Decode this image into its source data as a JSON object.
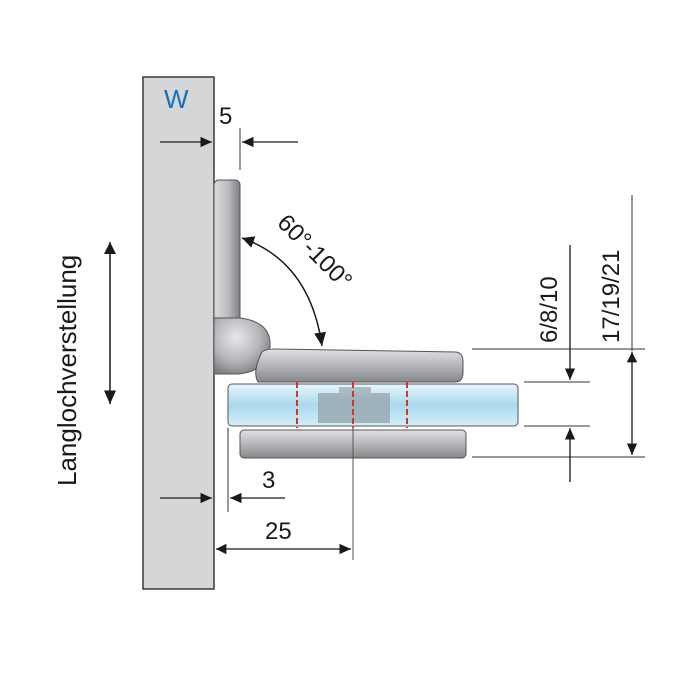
{
  "wall_label": "W",
  "wall_label_color": "#1a6fb5",
  "side_label": "Langlochverstellung",
  "dimensions": {
    "gap_top": "5",
    "angle": "60°-100°",
    "glass_offset": "3",
    "hinge_center": "25",
    "glass_thickness": "6/8/10",
    "total_height": "17/19/21"
  },
  "colors": {
    "wall": "#d4d6d8",
    "metal_dark": "#8c8e91",
    "metal_light": "#dcdee0",
    "glass": "#bfe3f2",
    "cut_lines": "#d0362a"
  }
}
